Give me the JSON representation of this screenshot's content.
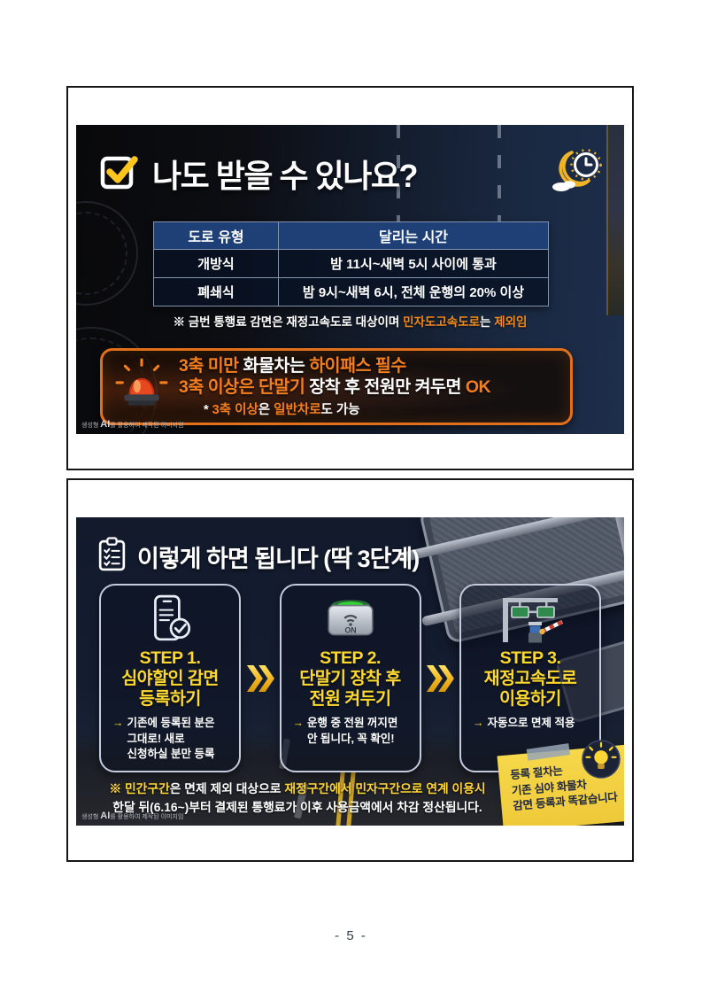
{
  "page": {
    "number_label": "- 5 -"
  },
  "panel1": {
    "title": "나도 받을 수 있나요?",
    "table": {
      "col_road_type": "도로 유형",
      "col_time": "달리는 시간",
      "rows": [
        {
          "type": "개방식",
          "time": "밤 11시~새벽 5시 사이에 통과"
        },
        {
          "type": "폐쇄식",
          "time": "밤 9시~새벽 6시, 전체 운행의 20% 이상"
        }
      ]
    },
    "note": {
      "w1": "※ 금번 통행료 감면은 재정고속도로 대상이며 ",
      "o1": "민자도고속도로",
      "w2": "는 ",
      "o2": "제외임"
    },
    "alert": {
      "line1": {
        "o1": "3축 미만 ",
        "w1": "화물차는 ",
        "o2": "하이패스 필수"
      },
      "line2": {
        "o1": "3축 이상은 ",
        "o2": "단말기 ",
        "w1": "장착 후 전원만 켜두면 ",
        "o3": "OK"
      },
      "line3": {
        "w1": "* ",
        "o1": "3축 이상",
        "w2": "은 ",
        "o2": "일반차로",
        "w3": "도 가능"
      }
    },
    "watermark": {
      "pre": "생성형 ",
      "ai": "AI",
      "post": "를 활용하여 제작된 이미지임"
    }
  },
  "panel2": {
    "title": "이렇게 하면 됩니다 (딱 3단계)",
    "steps": [
      {
        "step": "STEP 1.",
        "t2": "심야할인 감면",
        "t3": "등록하기",
        "arrow": "→",
        "d1": "기존에 등록된 분은",
        "d2": "그대로! 새로",
        "d3": "신청하실 분만 등록"
      },
      {
        "step": "STEP 2.",
        "t2": "단말기 장착 후",
        "t3": "전원 켜두기",
        "arrow": "→",
        "d1": "운행 중 전원 꺼지면",
        "d2": "안 됩니다, 꼭 확인!",
        "icon_label": "ON"
      },
      {
        "step": "STEP 3.",
        "t2": "재정고속도로",
        "t3": "이용하기",
        "arrow": "→",
        "d1": "자동으로 면제 적용"
      }
    ],
    "note": {
      "y1": "※ 민간구간",
      "w1": "은 면제 제외 대상으로 ",
      "y2": "재정구간에서 민자구간으로 연계 이용시",
      "w2": "한달 뒤(6.16~)부터 결제된 통행료가 이후 사용금액에서 차감 정산됩니다."
    },
    "sticky": {
      "l1": "등록 절차는",
      "l2": "기존 심야 화물차",
      "l3": "감면 등록과 똑같습니다"
    },
    "watermark": {
      "pre": "생성형 ",
      "ai": "AI",
      "post": "를 활용하여 제작된 이미지임"
    }
  },
  "colors": {
    "accent_yellow": "#ffd92e",
    "accent_orange": "#f57e1e",
    "table_header_blue": "#1e4077",
    "alert_border_orange": "#e0701c",
    "sticky_yellow": "#f3d044",
    "panel_navy": "#141d30"
  }
}
